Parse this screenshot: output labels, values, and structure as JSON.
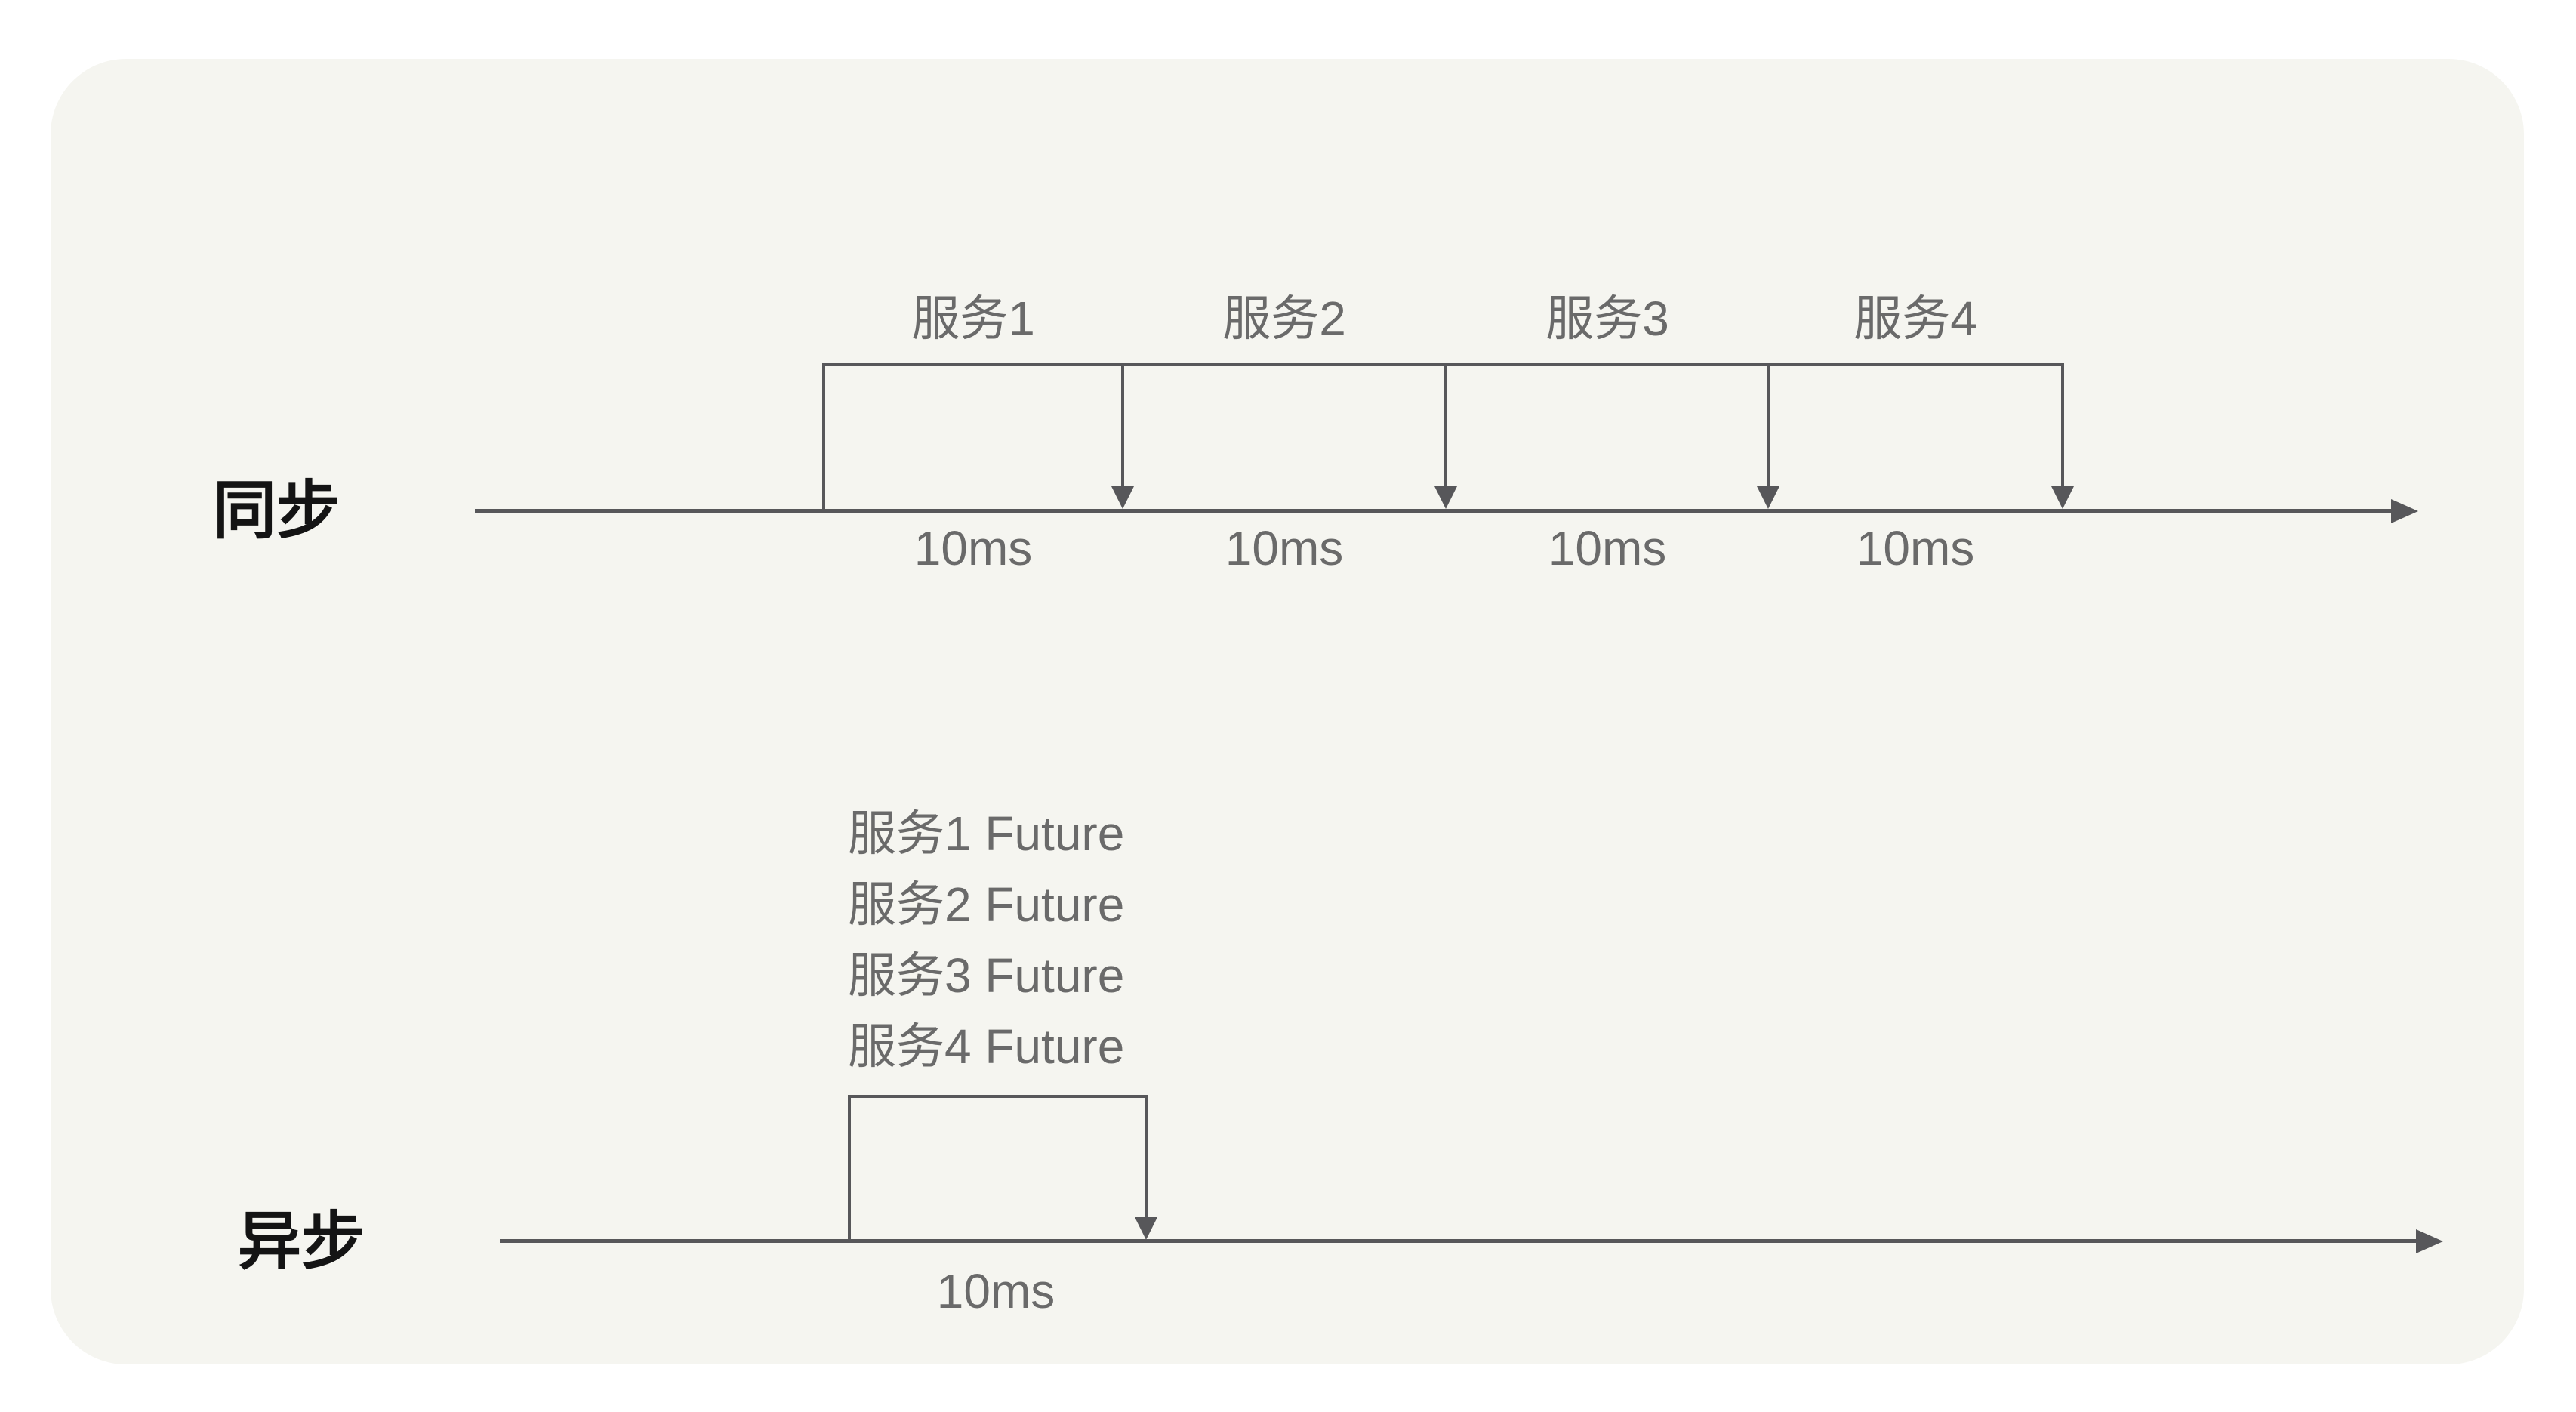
{
  "colors": {
    "card_bg": "#f5f5f0",
    "line": "#57575a",
    "label_text": "#6a6a6a",
    "heading_text": "#141414"
  },
  "sync": {
    "heading": "同步",
    "services": [
      {
        "label": "服务1",
        "duration": "10ms"
      },
      {
        "label": "服务2",
        "duration": "10ms"
      },
      {
        "label": "服务3",
        "duration": "10ms"
      },
      {
        "label": "服务4",
        "duration": "10ms"
      }
    ]
  },
  "async": {
    "heading": "异步",
    "futures": [
      {
        "label": "服务1 Future"
      },
      {
        "label": "服务2 Future"
      },
      {
        "label": "服务3 Future"
      },
      {
        "label": "服务4 Future"
      }
    ],
    "duration": "10ms"
  }
}
